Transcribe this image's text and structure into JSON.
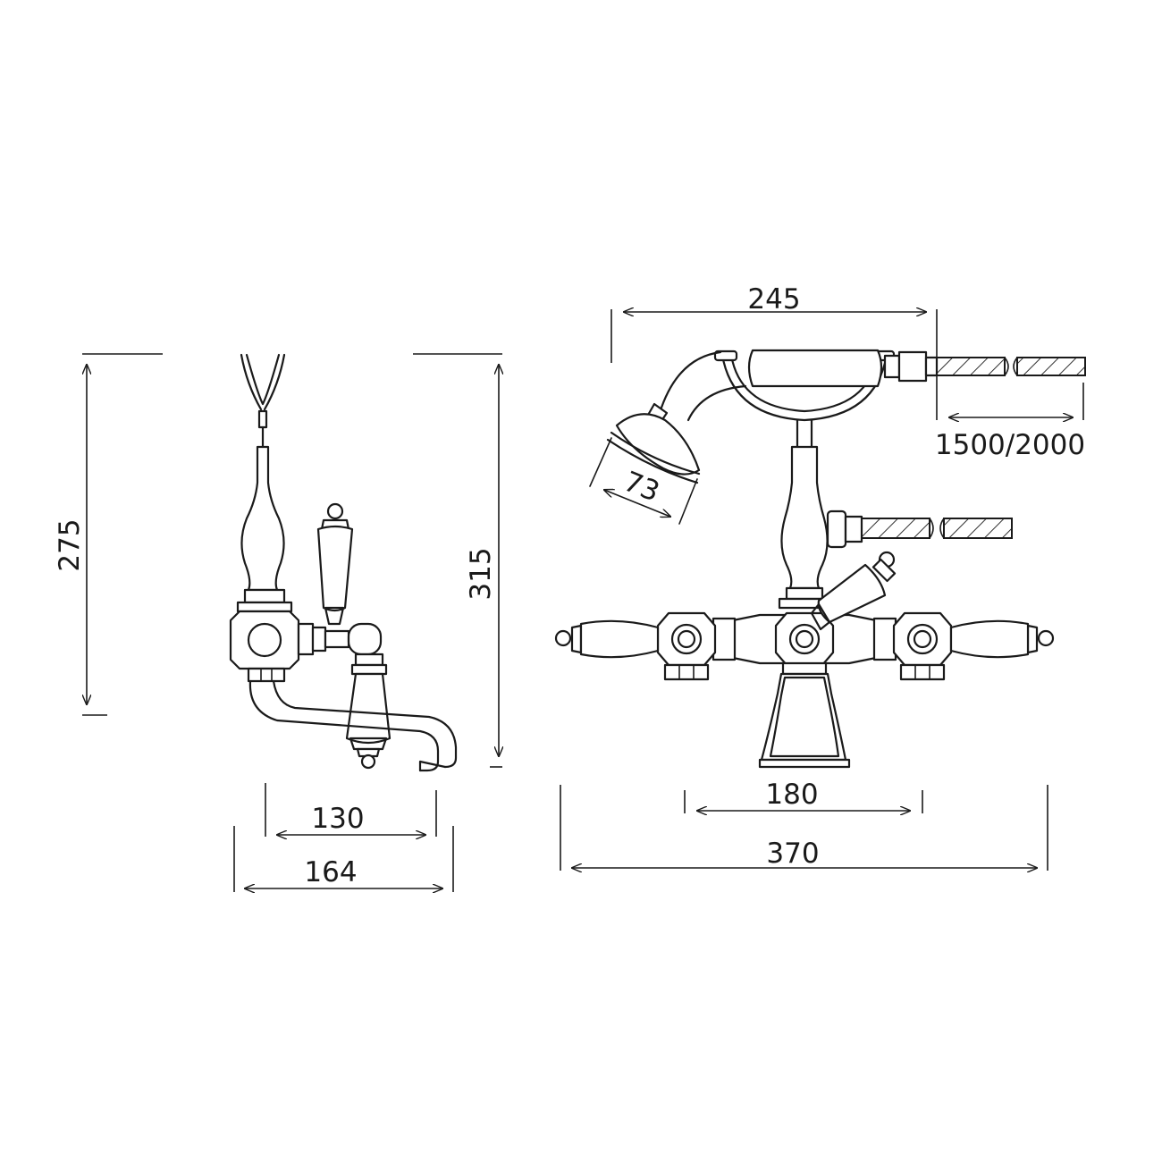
{
  "dimensions": {
    "side_height_275": "275",
    "side_height_315": "315",
    "side_width_130": "130",
    "side_width_164": "164",
    "handset_width_245": "245",
    "hose_length": "1500/2000",
    "shower_head_73": "73",
    "centers_180": "180",
    "overall_width_370": "370"
  },
  "colors": {
    "line": "#1a1a1a",
    "background": "#ffffff"
  }
}
